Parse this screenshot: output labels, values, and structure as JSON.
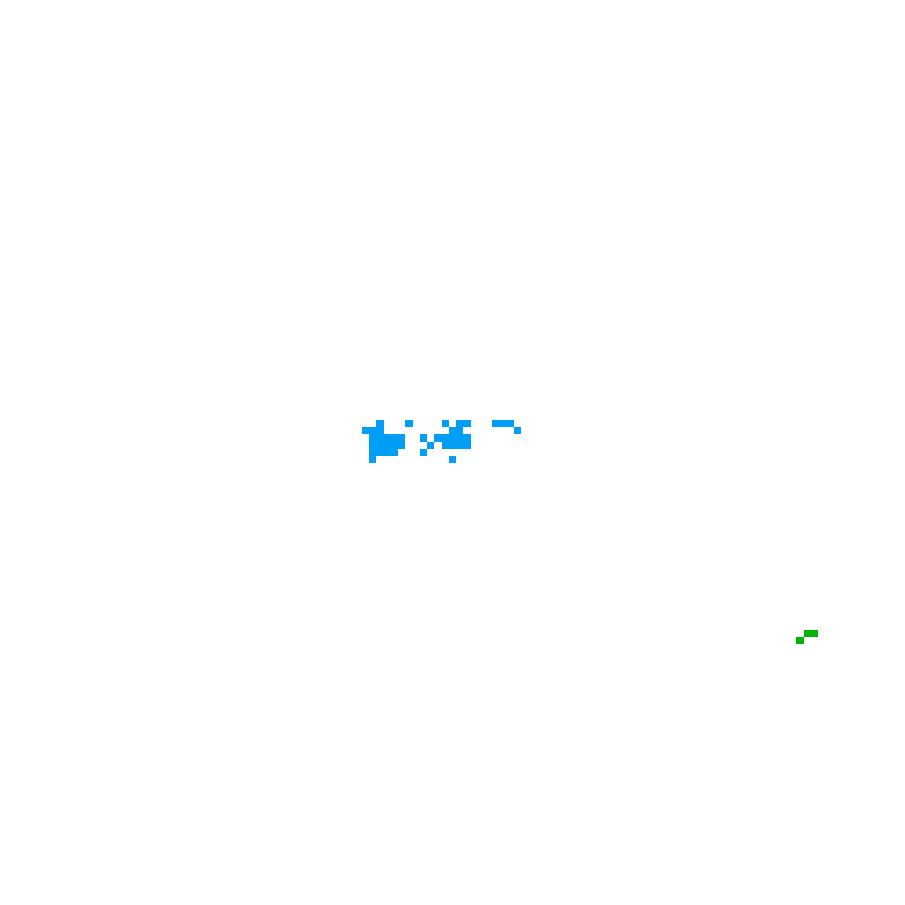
{
  "canvas": {
    "background": "#ffffff",
    "grid_cell_units": 1
  },
  "pixel_clusters": [
    {
      "name": "blue-cluster",
      "color": "#009ff5",
      "cells": [
        [
          50,
          59
        ],
        [
          51,
          59
        ],
        [
          52,
          59
        ],
        [
          52,
          58
        ],
        [
          56,
          58
        ],
        [
          51,
          60
        ],
        [
          52,
          60
        ],
        [
          53,
          60
        ],
        [
          54,
          60
        ],
        [
          55,
          60
        ],
        [
          51,
          61
        ],
        [
          52,
          61
        ],
        [
          53,
          61
        ],
        [
          54,
          61
        ],
        [
          55,
          61
        ],
        [
          51,
          62
        ],
        [
          52,
          62
        ],
        [
          53,
          62
        ],
        [
          54,
          62
        ],
        [
          51,
          63
        ],
        [
          61,
          58
        ],
        [
          63,
          58
        ],
        [
          64,
          58
        ],
        [
          62,
          59
        ],
        [
          63,
          59
        ],
        [
          58,
          60
        ],
        [
          60,
          60
        ],
        [
          61,
          60
        ],
        [
          62,
          60
        ],
        [
          63,
          60
        ],
        [
          64,
          60
        ],
        [
          59,
          61
        ],
        [
          61,
          61
        ],
        [
          62,
          61
        ],
        [
          63,
          61
        ],
        [
          64,
          61
        ],
        [
          58,
          62
        ],
        [
          62,
          63
        ],
        [
          68,
          58
        ],
        [
          69,
          58
        ],
        [
          70,
          58
        ],
        [
          71,
          59
        ]
      ]
    },
    {
      "name": "green-cluster",
      "color": "#00b400",
      "cells": [
        [
          110,
          88
        ],
        [
          111,
          87
        ],
        [
          112,
          87
        ]
      ]
    }
  ]
}
